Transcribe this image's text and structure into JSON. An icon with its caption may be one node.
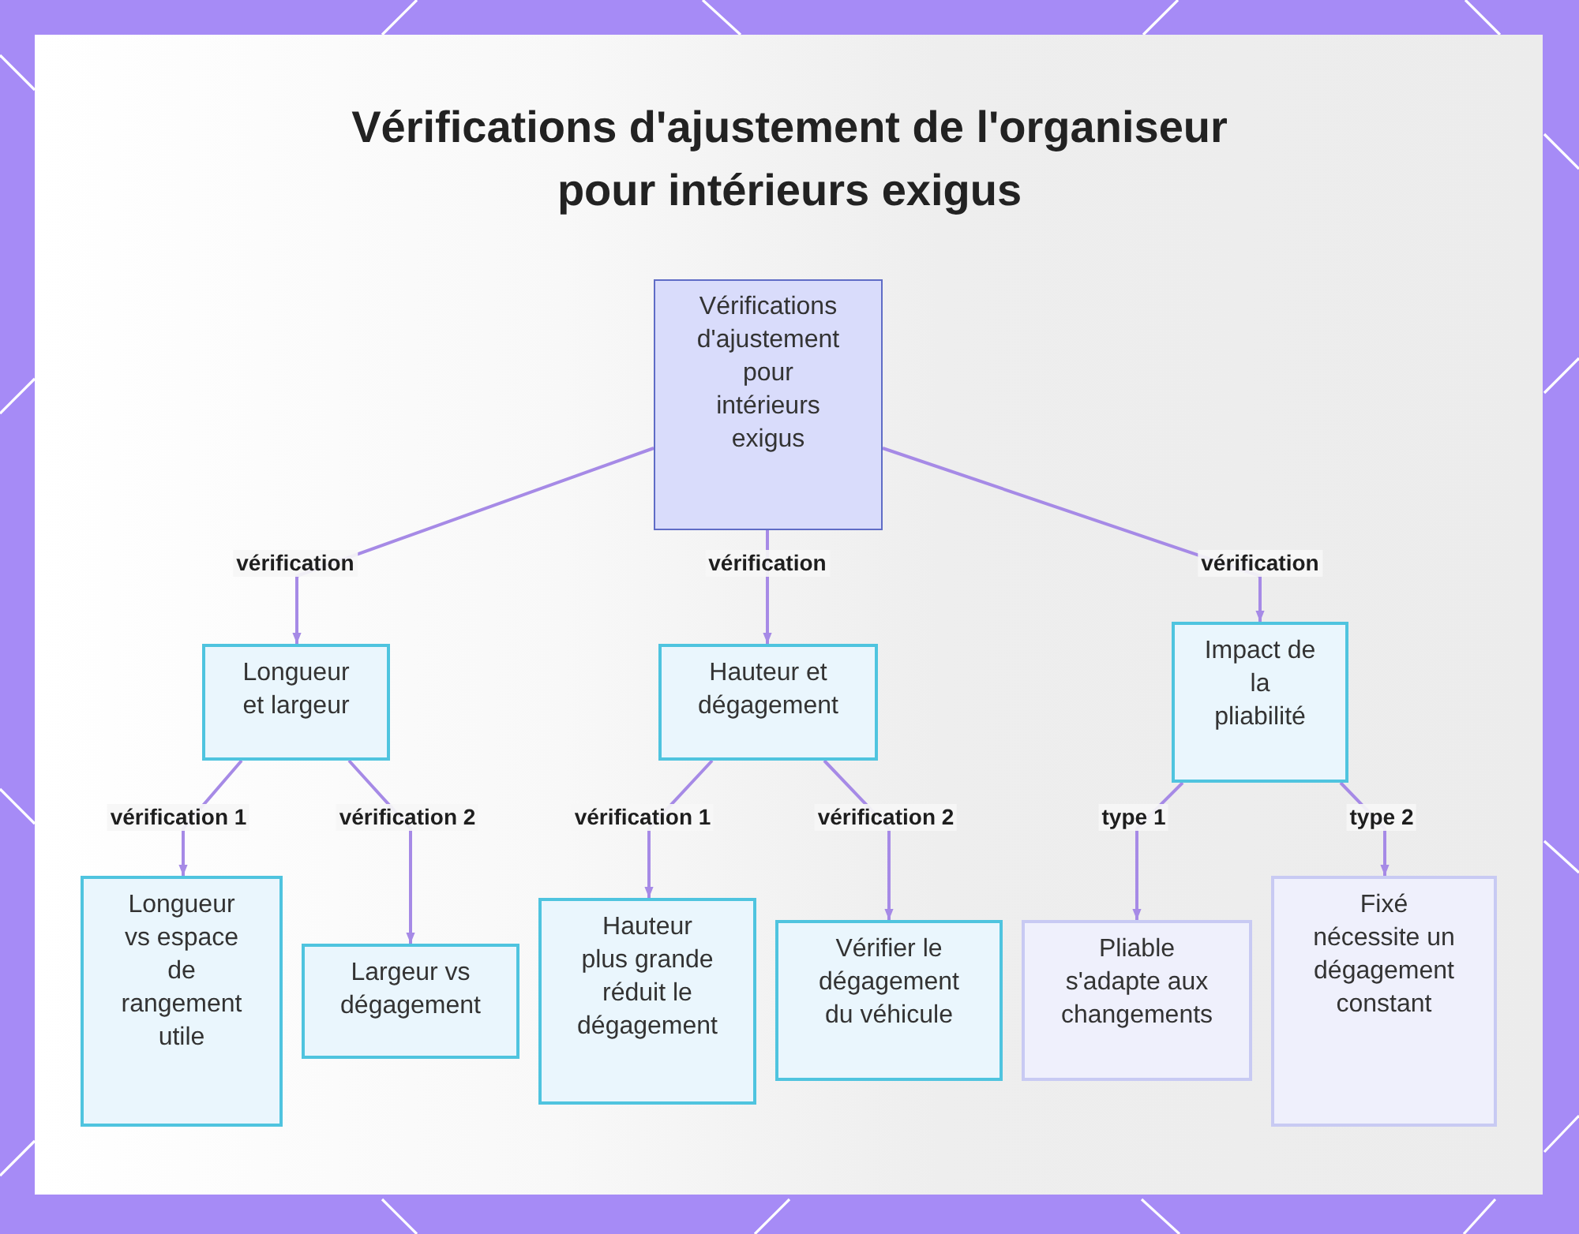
{
  "diagram": {
    "title": "Vérifications d'ajustement de l'organiseur pour intérieurs exigus",
    "nodes": [
      {
        "text": [
          "Vérifications d'ajustement pour intérieurs exigus"
        ]
      },
      {
        "text": [
          "Longueur et largeur"
        ]
      },
      {
        "text": [
          "Hauteur et dégagement"
        ]
      },
      {
        "text": [
          "Impact de la pliabilité"
        ]
      },
      {
        "text": [
          "Longueur vs espace de rangement utile"
        ]
      },
      {
        "text": [
          "Largeur vs dégagement"
        ]
      },
      {
        "text": [
          "Hauteur plus grande réduit le dégagement"
        ]
      },
      {
        "text": [
          "Vérifier le dégagement du véhicule"
        ]
      },
      {
        "text": [
          "Pliable s'adapte aux changements"
        ]
      },
      {
        "text": [
          "Fixé nécessite un dégagement constant"
        ]
      }
    ],
    "edges": [
      {
        "from": 0,
        "to": 1,
        "arrow": "to",
        "label": "vérification"
      },
      {
        "from": 0,
        "to": 2,
        "arrow": "to",
        "label": "vérification"
      },
      {
        "from": 0,
        "to": 3,
        "arrow": "to",
        "label": "vérification"
      },
      {
        "from": 1,
        "to": 4,
        "arrow": "to",
        "label": "vérification 1"
      },
      {
        "from": 1,
        "to": 5,
        "arrow": "to",
        "label": "vérification 2"
      },
      {
        "from": 2,
        "to": 6,
        "arrow": "to",
        "label": "vérification 1"
      },
      {
        "from": 2,
        "to": 7,
        "arrow": "to",
        "label": "vérification 2"
      },
      {
        "from": 3,
        "to": 8,
        "arrow": "to",
        "label": "type 1"
      },
      {
        "from": 3,
        "to": 9,
        "arrow": "to",
        "label": "type 2"
      }
    ]
  }
}
